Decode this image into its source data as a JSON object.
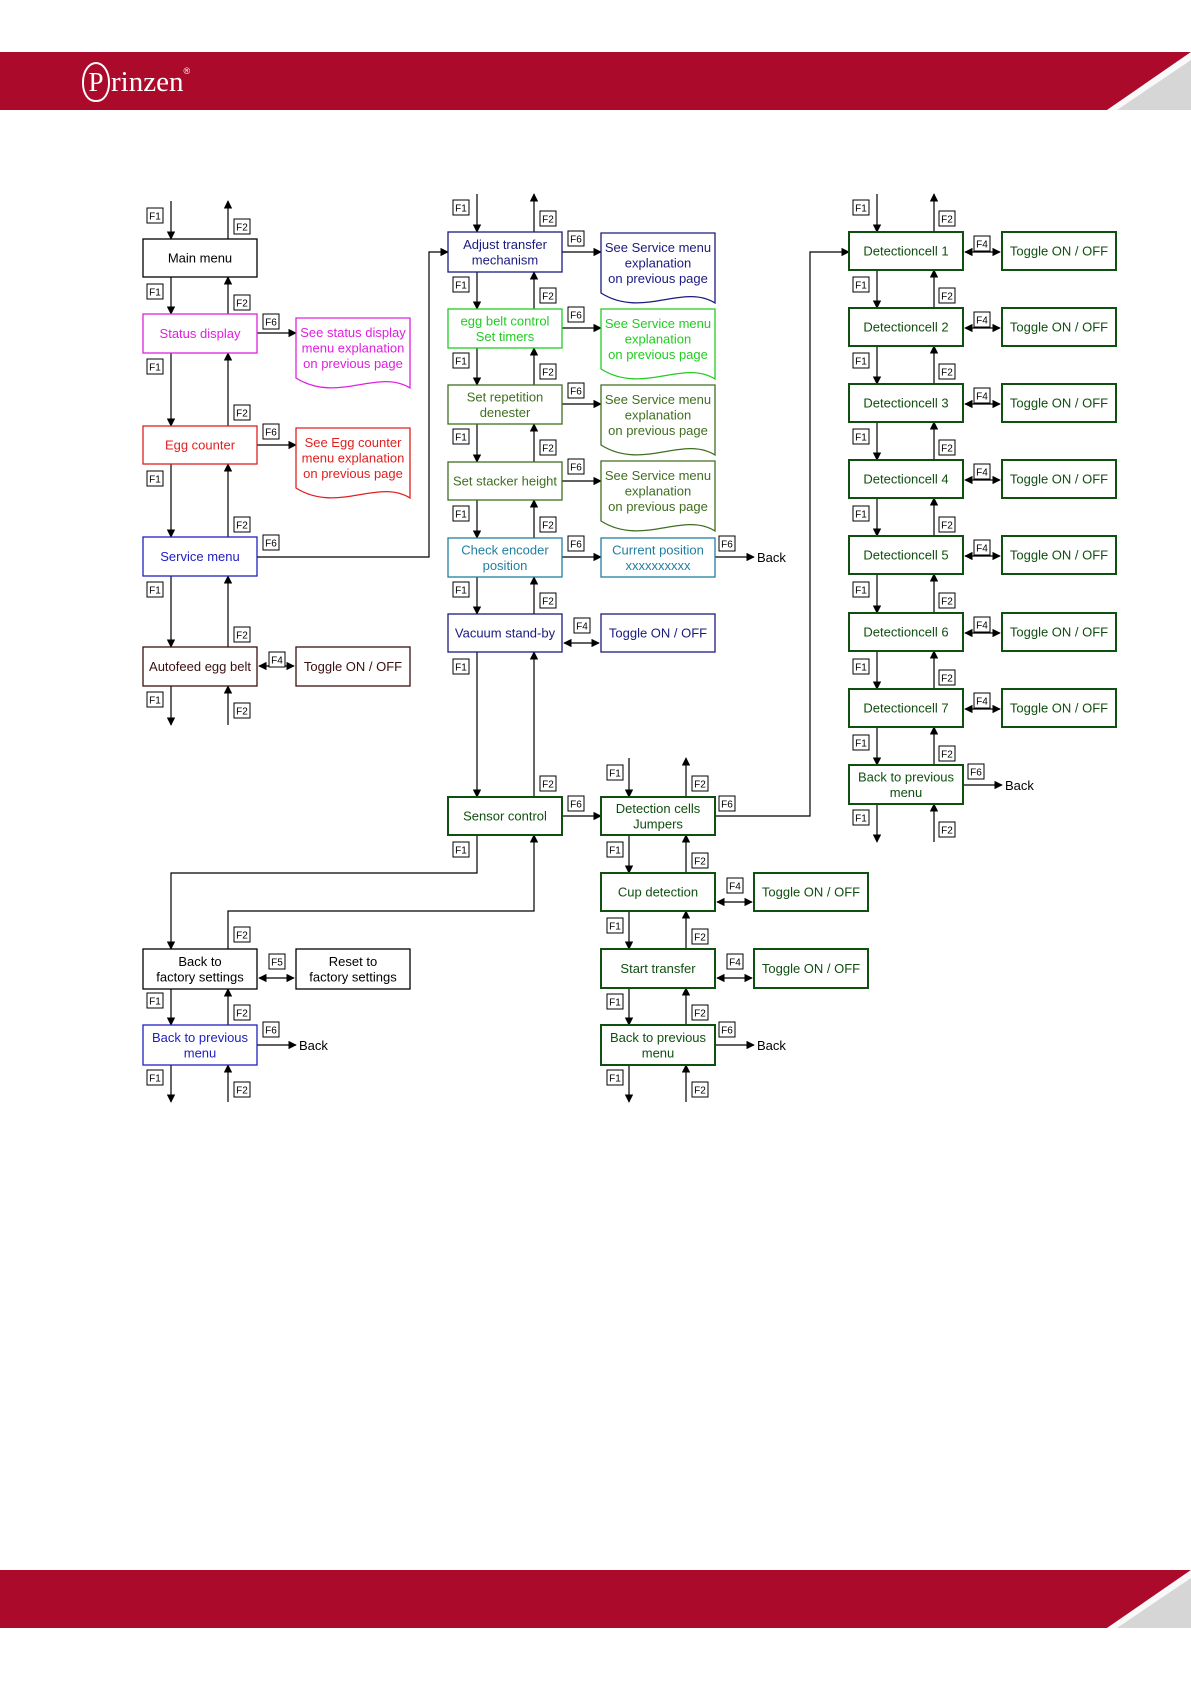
{
  "header": {
    "brand_initial": "P",
    "brand_rest": "rinzen",
    "brand_mark": "®",
    "band_color": "#ac0a2a"
  },
  "colors": {
    "black": "#000000",
    "magenta": "#e020e0",
    "red": "#e02020",
    "blue": "#2020c0",
    "brown": "#3a1010",
    "navy": "#1a1a80",
    "green": "#22cc22",
    "olive": "#3f6f1f",
    "teal": "#1f7fa0",
    "darkgreen": "#0f4f0f"
  },
  "keys": {
    "f1": "F1",
    "f2": "F2",
    "f4": "F4",
    "f5": "F5",
    "f6": "F6"
  },
  "labels": {
    "main_menu": [
      "Main menu"
    ],
    "status_display": [
      "Status display"
    ],
    "see_status": [
      "See status display",
      "menu explanation",
      "on previous page"
    ],
    "egg_counter": [
      "Egg counter"
    ],
    "see_egg": [
      "See Egg counter",
      "menu explanation",
      "on previous page"
    ],
    "service_menu": [
      "Service menu"
    ],
    "autofeed": [
      "Autofeed egg belt"
    ],
    "toggle": [
      "Toggle ON / OFF"
    ],
    "adjust_transfer": [
      "Adjust transfer",
      "mechanism"
    ],
    "see_service": [
      "See Service menu",
      "explanation",
      "on previous page"
    ],
    "egg_belt_control": [
      "egg belt control",
      "Set timers"
    ],
    "set_repetition": [
      "Set repetition",
      "denester"
    ],
    "set_stacker": [
      "Set stacker height"
    ],
    "check_encoder": [
      "Check encoder",
      "position"
    ],
    "current_position": [
      "Current position",
      "xxxxxxxxxx"
    ],
    "back": [
      "Back"
    ],
    "vacuum_standby": [
      "Vacuum stand-by"
    ],
    "sensor_control": [
      "Sensor control"
    ],
    "detection_cells": [
      "Detection cells",
      "Jumpers"
    ],
    "cup_detection": [
      "Cup detection"
    ],
    "start_transfer": [
      "Start transfer"
    ],
    "back_prev_menu": [
      "Back to previous",
      "menu"
    ],
    "back_factory": [
      "Back to",
      "factory settings"
    ],
    "reset_factory": [
      "Reset to",
      "factory settings"
    ],
    "detectioncell_1": [
      "Detectioncell 1"
    ],
    "detectioncell_2": [
      "Detectioncell 2"
    ],
    "detectioncell_3": [
      "Detectioncell 3"
    ],
    "detectioncell_4": [
      "Detectioncell 4"
    ],
    "detectioncell_5": [
      "Detectioncell 5"
    ],
    "detectioncell_6": [
      "Detectioncell 6"
    ],
    "detectioncell_7": [
      "Detectioncell 7"
    ]
  }
}
